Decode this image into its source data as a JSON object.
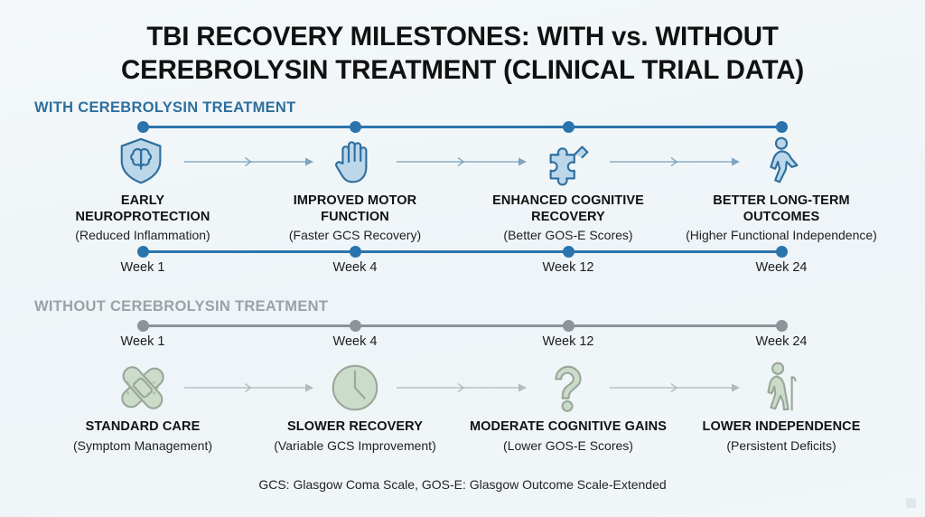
{
  "title": {
    "line1": "TBI RECOVERY MILESTONES: WITH vs. WITHOUT",
    "line2": "CEREBROLYSIN TREATMENT (CLINICAL TRIAL DATA)"
  },
  "colors": {
    "background": "#f2f7f9",
    "treated_accent": "#2a74ae",
    "treated_header": "#2e6f9e",
    "untreated_accent": "#8d9499",
    "untreated_header": "#9aa3a6",
    "icon_blue_fill": "#bcd6ea",
    "icon_blue_stroke": "#2e6f9e",
    "icon_green_fill": "#cbdccb",
    "icon_green_stroke": "#9aa79a",
    "text_primary": "#111111"
  },
  "treated": {
    "header": "WITH CEREBROLYSIN TREATMENT",
    "weeks": [
      "Week 1",
      "Week 4",
      "Week 12",
      "Week 24"
    ],
    "milestones": [
      {
        "icon": "shield-brain-icon",
        "title": "EARLY\nNEUROPROTECTION",
        "subtitle": "(Reduced Inflammation)",
        "week": "Week 1"
      },
      {
        "icon": "hand-icon",
        "title": "IMPROVED MOTOR\nFUNCTION",
        "subtitle": "(Faster GCS Recovery)",
        "week": "Week 4"
      },
      {
        "icon": "puzzle-piece-icon",
        "title": "ENHANCED COGNITIVE\nRECOVERY",
        "subtitle": "(Better GOS-E Scores)",
        "week": "Week 12"
      },
      {
        "icon": "walking-person-icon",
        "title": "BETTER LONG-TERM\nOUTCOMES",
        "subtitle": "(Higher Functional Independence)",
        "week": "Week 24"
      }
    ]
  },
  "untreated": {
    "header": "WITHOUT CEREBROLYSIN TREATMENT",
    "weeks": [
      "Week 1",
      "Week 4",
      "Week 12",
      "Week 24"
    ],
    "milestones": [
      {
        "icon": "bandage-icon",
        "title": "STANDARD CARE",
        "subtitle": "(Symptom Management)",
        "week": "Week 1"
      },
      {
        "icon": "clock-icon",
        "title": "SLOWER RECOVERY",
        "subtitle": "(Variable GCS Improvement)",
        "week": "Week 4"
      },
      {
        "icon": "question-mark-icon",
        "title": "MODERATE COGNITIVE GAINS",
        "subtitle": "(Lower GOS-E Scores)",
        "week": "Week 12"
      },
      {
        "icon": "person-with-cane-icon",
        "title": "LOWER INDEPENDENCE",
        "subtitle": "(Persistent Deficits)",
        "week": "Week 24"
      }
    ]
  },
  "footnote": "GCS: Glasgow Coma Scale, GOS-E: Glasgow Outcome Scale-Extended"
}
